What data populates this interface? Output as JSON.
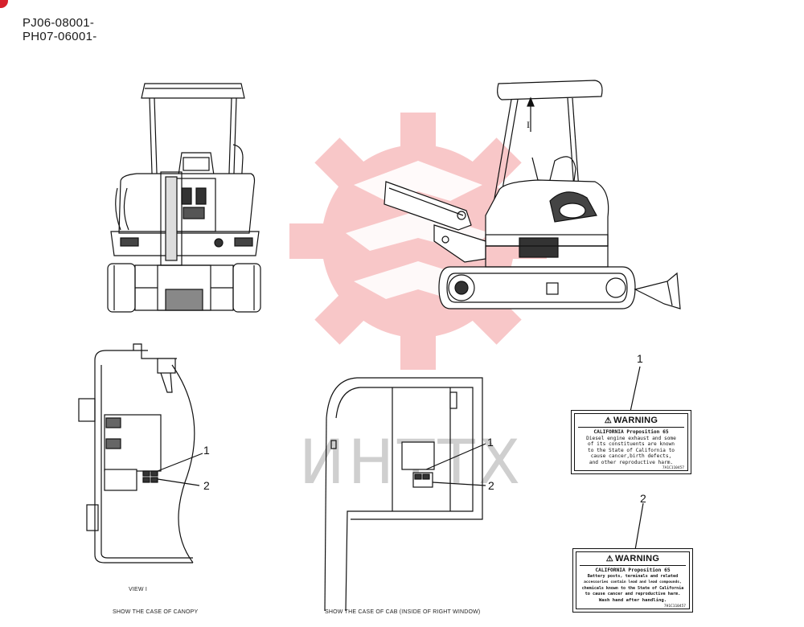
{
  "header": {
    "serials": [
      "PJ06-08001-",
      "PH07-06001-"
    ]
  },
  "watermark": {
    "text": "ИНТТХ",
    "color": "#e8383d"
  },
  "views": {
    "view_label": "VIEW  I",
    "arrow_label": "I",
    "canopy_caption": "SHOW THE CASE OF CANOPY",
    "cab_caption": "SHOW THE CASE OF CAB (INSIDE OF RIGHT WINDOW)"
  },
  "callouts": {
    "canopy": [
      "1",
      "2"
    ],
    "cab": [
      "1",
      "2"
    ],
    "labels": [
      "1",
      "2"
    ]
  },
  "warning_labels": [
    {
      "heading": "WARNING",
      "lines": [
        "CALIFORNIA Proposition 65",
        "Diesel engine exhaust and some",
        "of its constituents are known",
        "to the State of California to",
        "cause cancer,birth defects,",
        "and other reproductive harm."
      ],
      "code": "7A1C110457"
    },
    {
      "heading": "WARNING",
      "lines": [
        "CALIFORNIA Proposition 65",
        "Battery posts, terminals and related",
        "accessories contain lead and lead compounds,",
        "chemicals known to the State of California",
        "to cause cancer and reproductive harm.",
        "Wash hand after handling."
      ],
      "code": "7H1C110457"
    }
  ]
}
